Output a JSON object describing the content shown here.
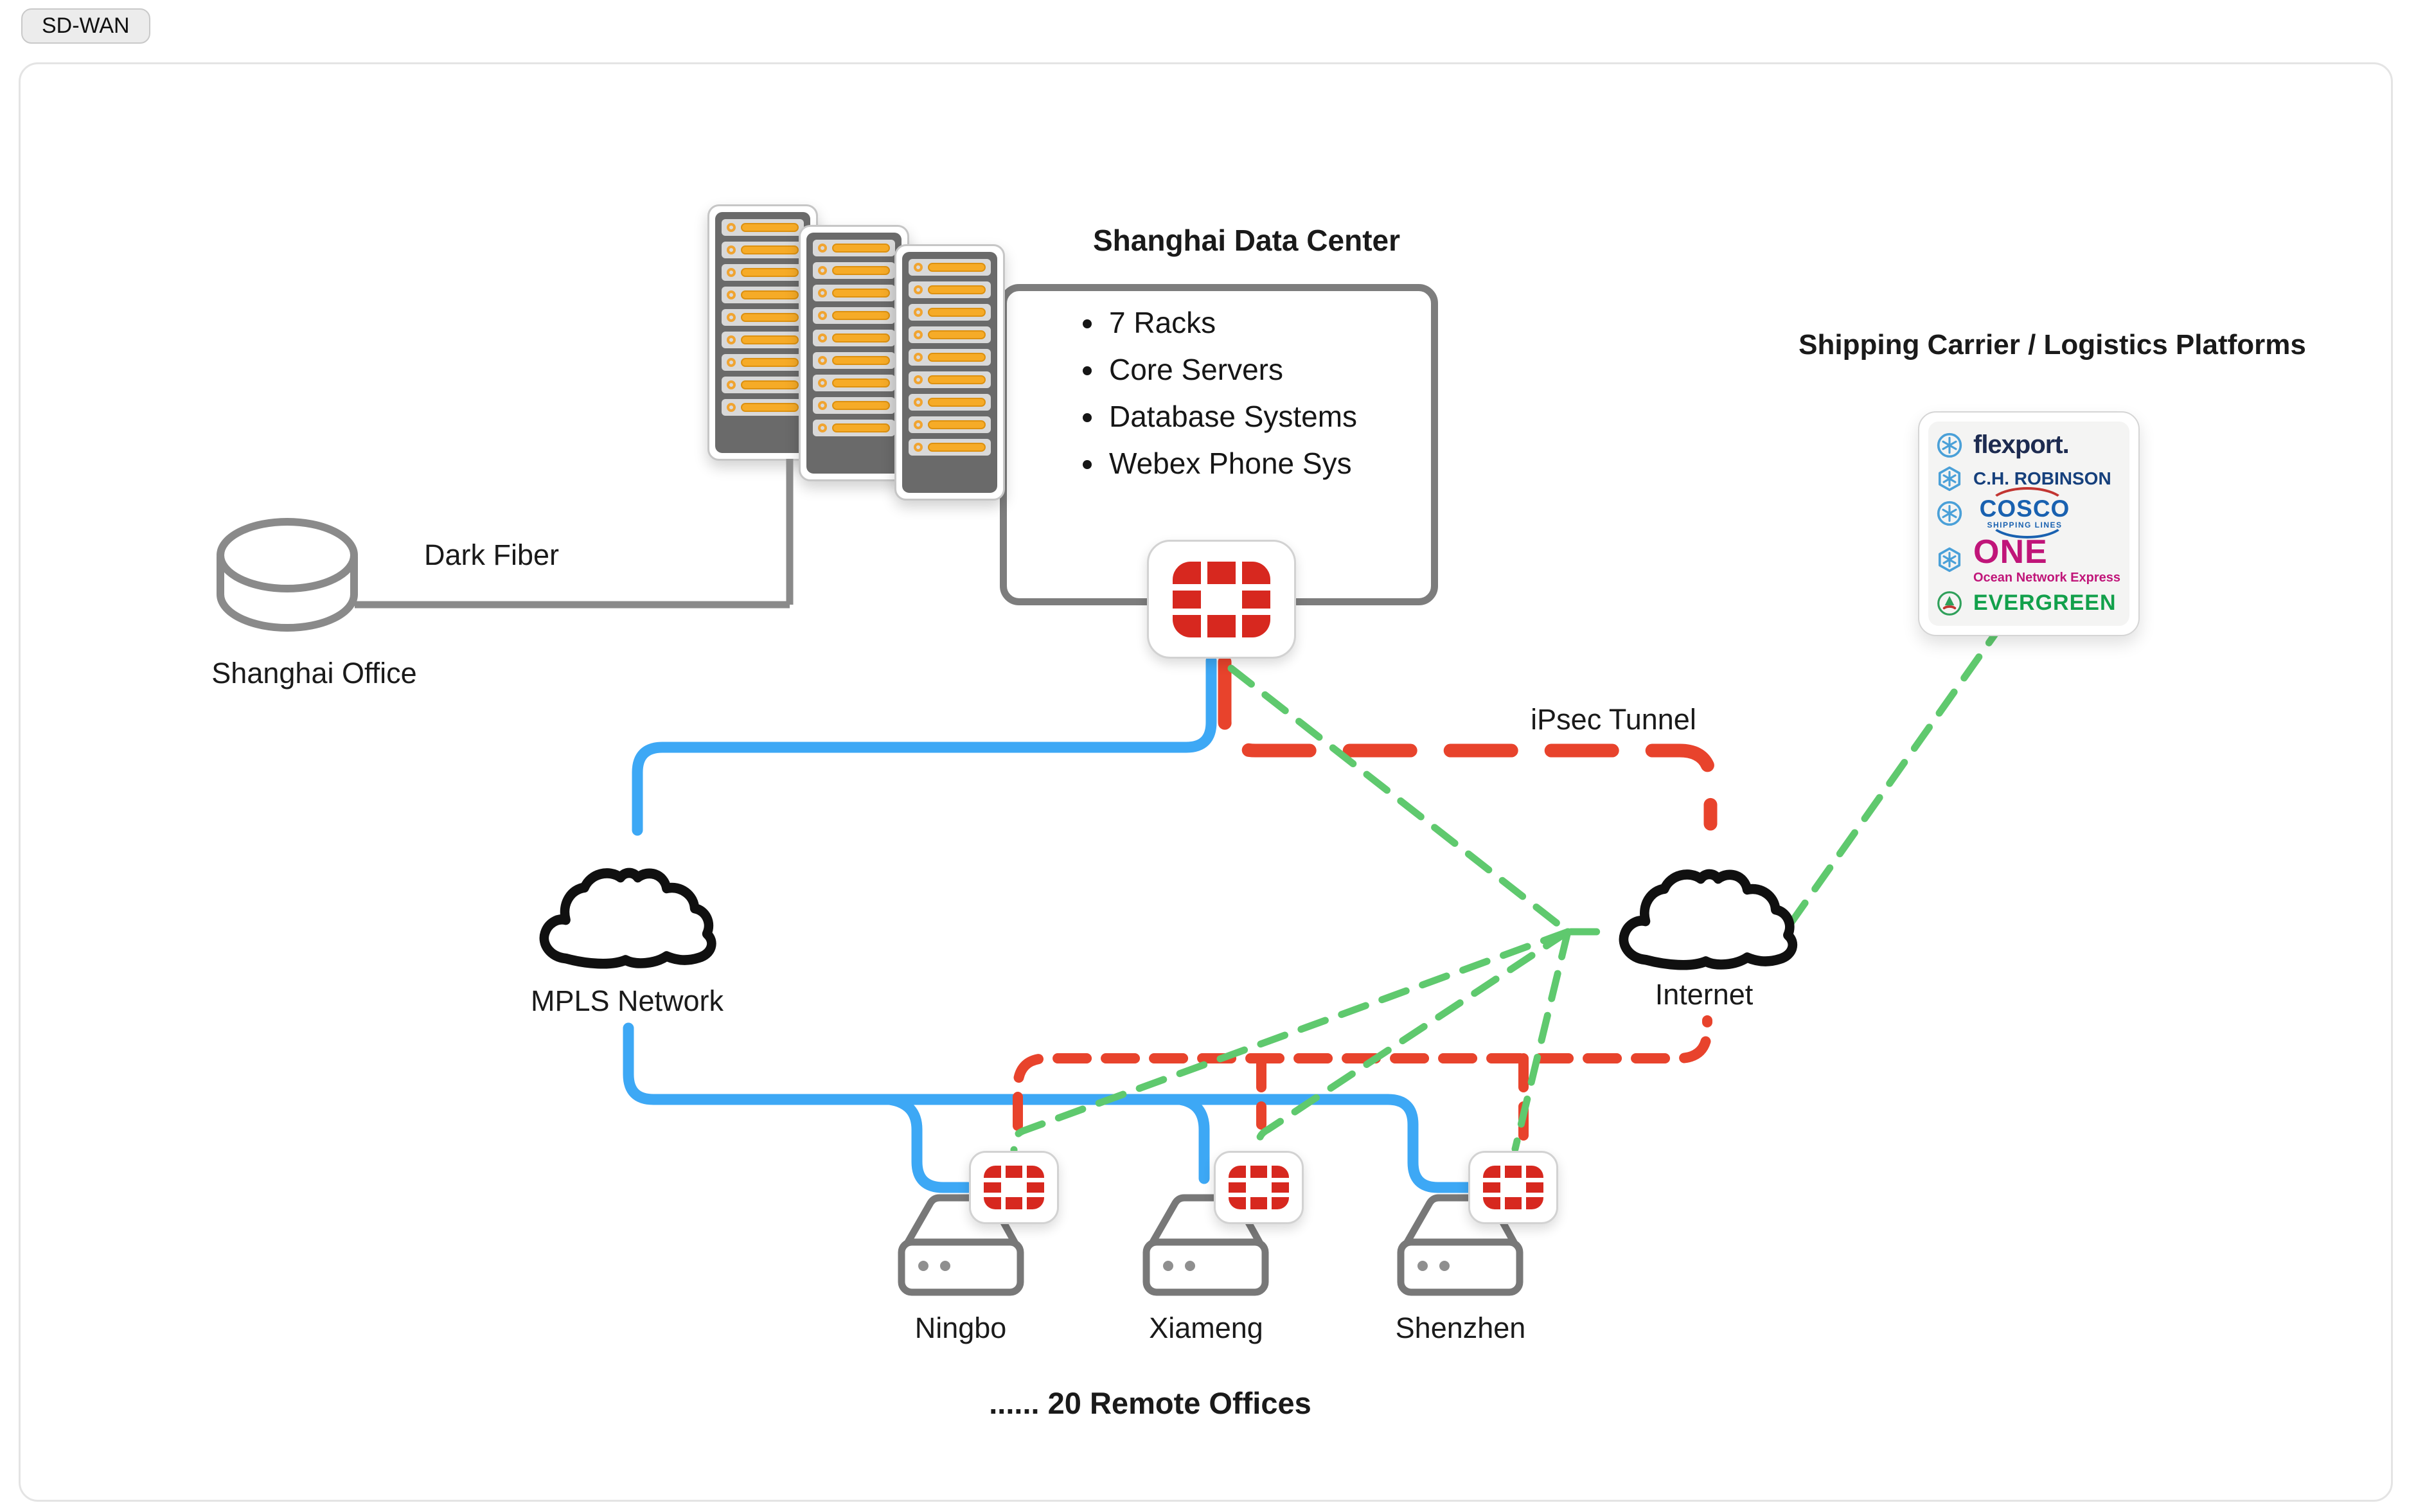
{
  "badge": {
    "label": "SD-WAN"
  },
  "data_center": {
    "title": "Shanghai Data Center",
    "bullets": [
      "7 Racks",
      "Core Servers",
      "Database Systems",
      "Webex Phone Sys"
    ]
  },
  "office": {
    "label": "Shanghai Office"
  },
  "links": {
    "dark_fiber": "Dark Fiber",
    "ipsec": "iPsec Tunnel"
  },
  "clouds": {
    "mpls": "MPLS Network",
    "internet": "Internet"
  },
  "remote": {
    "sites": [
      "Ningbo",
      "Xiameng",
      "Shenzhen"
    ],
    "caption": "...... 20 Remote Offices"
  },
  "logistics": {
    "title": "Shipping Carrier / Logistics Platforms",
    "partners": [
      {
        "name": "flexport.",
        "icon": "snowflake-circle-icon"
      },
      {
        "name": "C.H. ROBINSON",
        "icon": "snowflake-hexagon-icon"
      },
      {
        "name": "COSCO",
        "sub": "SHIPPING LINES",
        "icon": "snowflake-circle-icon"
      },
      {
        "name": "ONE",
        "sub": "Ocean Network Express",
        "icon": "snowflake-hexagon-icon"
      },
      {
        "name": "EVERGREEN",
        "icon": "evergreen-emblem-icon"
      }
    ]
  },
  "colors": {
    "blue": "#3da8f5",
    "red": "#e8432c",
    "green": "#5fc96e",
    "gray": "#8a8a8a",
    "fortinet_red": "#d7281f",
    "rack_amber": "#f6ab27"
  }
}
